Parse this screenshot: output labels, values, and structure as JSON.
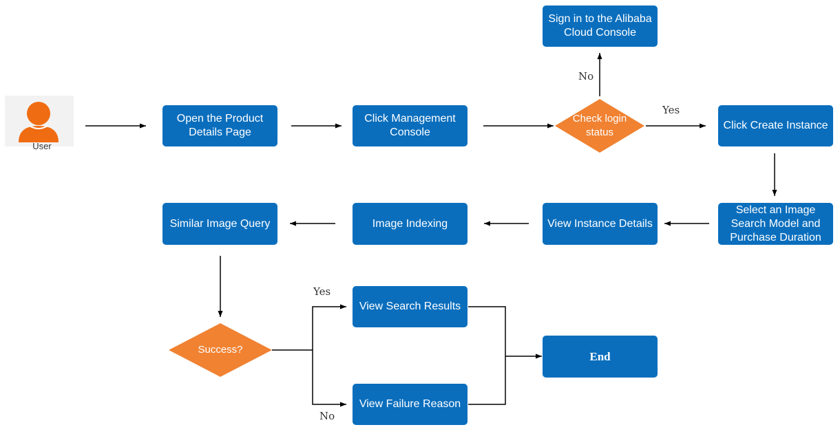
{
  "diagram": {
    "user_label": "User",
    "nodes": {
      "open_product": "Open the Product Details Page",
      "click_console": "Click Management Console",
      "check_login": "Check login status",
      "sign_in": "Sign in to the Alibaba Cloud Console",
      "create_instance": "Click Create Instance",
      "select_model": "Select an Image Search Model and Purchase Duration",
      "view_instance": "View Instance Details",
      "image_indexing": "Image Indexing",
      "similar_query": "Similar Image Query",
      "success": "Success?",
      "view_results": "View Search Results",
      "view_failure": "View Failure Reason",
      "end": "End"
    },
    "edge_labels": {
      "login_no": "No",
      "login_yes": "Yes",
      "success_yes": "Yes",
      "success_no": "No"
    },
    "colors": {
      "process_box": "#0a6ebd",
      "decision": "#f08232",
      "user_icon": "#f06c12",
      "arrow": "#000000"
    }
  }
}
